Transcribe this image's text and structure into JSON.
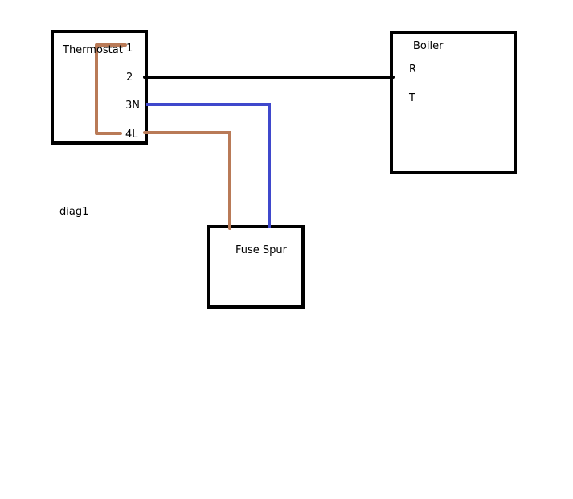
{
  "thermostat": {
    "label": "Thermostat",
    "terminals": [
      "1",
      "2",
      "3N",
      "4L"
    ]
  },
  "boiler": {
    "label": "Boiler",
    "terminals": [
      "R",
      "T"
    ]
  },
  "fuse_spur": {
    "label": "Fuse Spur"
  },
  "caption": "diag1",
  "colors": {
    "box_outline": "#000000",
    "wire_switched_live": "#000000",
    "wire_neutral": "#3f48cc",
    "wire_live": "#b97a57"
  }
}
